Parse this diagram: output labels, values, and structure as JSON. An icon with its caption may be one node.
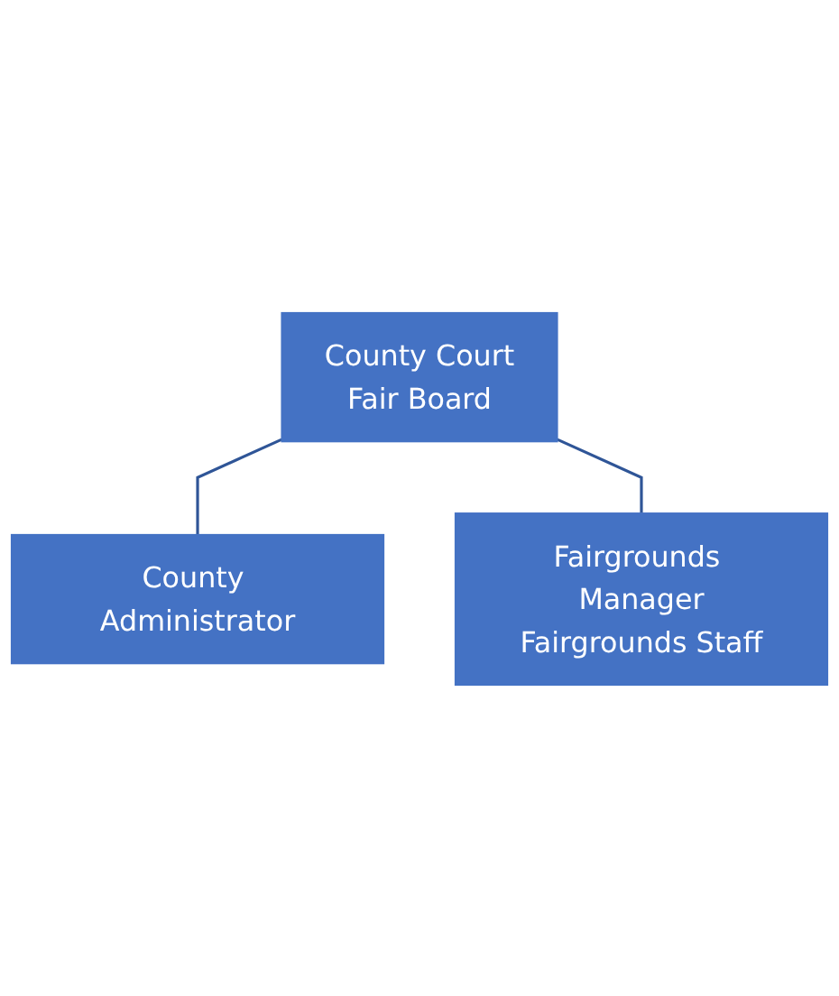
{
  "diagram": {
    "nodes": [
      {
        "text": [
          "County Court",
          "Fair Board"
        ]
      },
      {
        "text": [
          "County Administrator"
        ]
      },
      {
        "text": [
          "Fairgrounds Manager",
          "Fairgrounds Staff"
        ]
      }
    ],
    "edges": [
      {
        "from": 0,
        "to": 1,
        "arrow": "none"
      },
      {
        "from": 0,
        "to": 2,
        "arrow": "none"
      }
    ]
  }
}
